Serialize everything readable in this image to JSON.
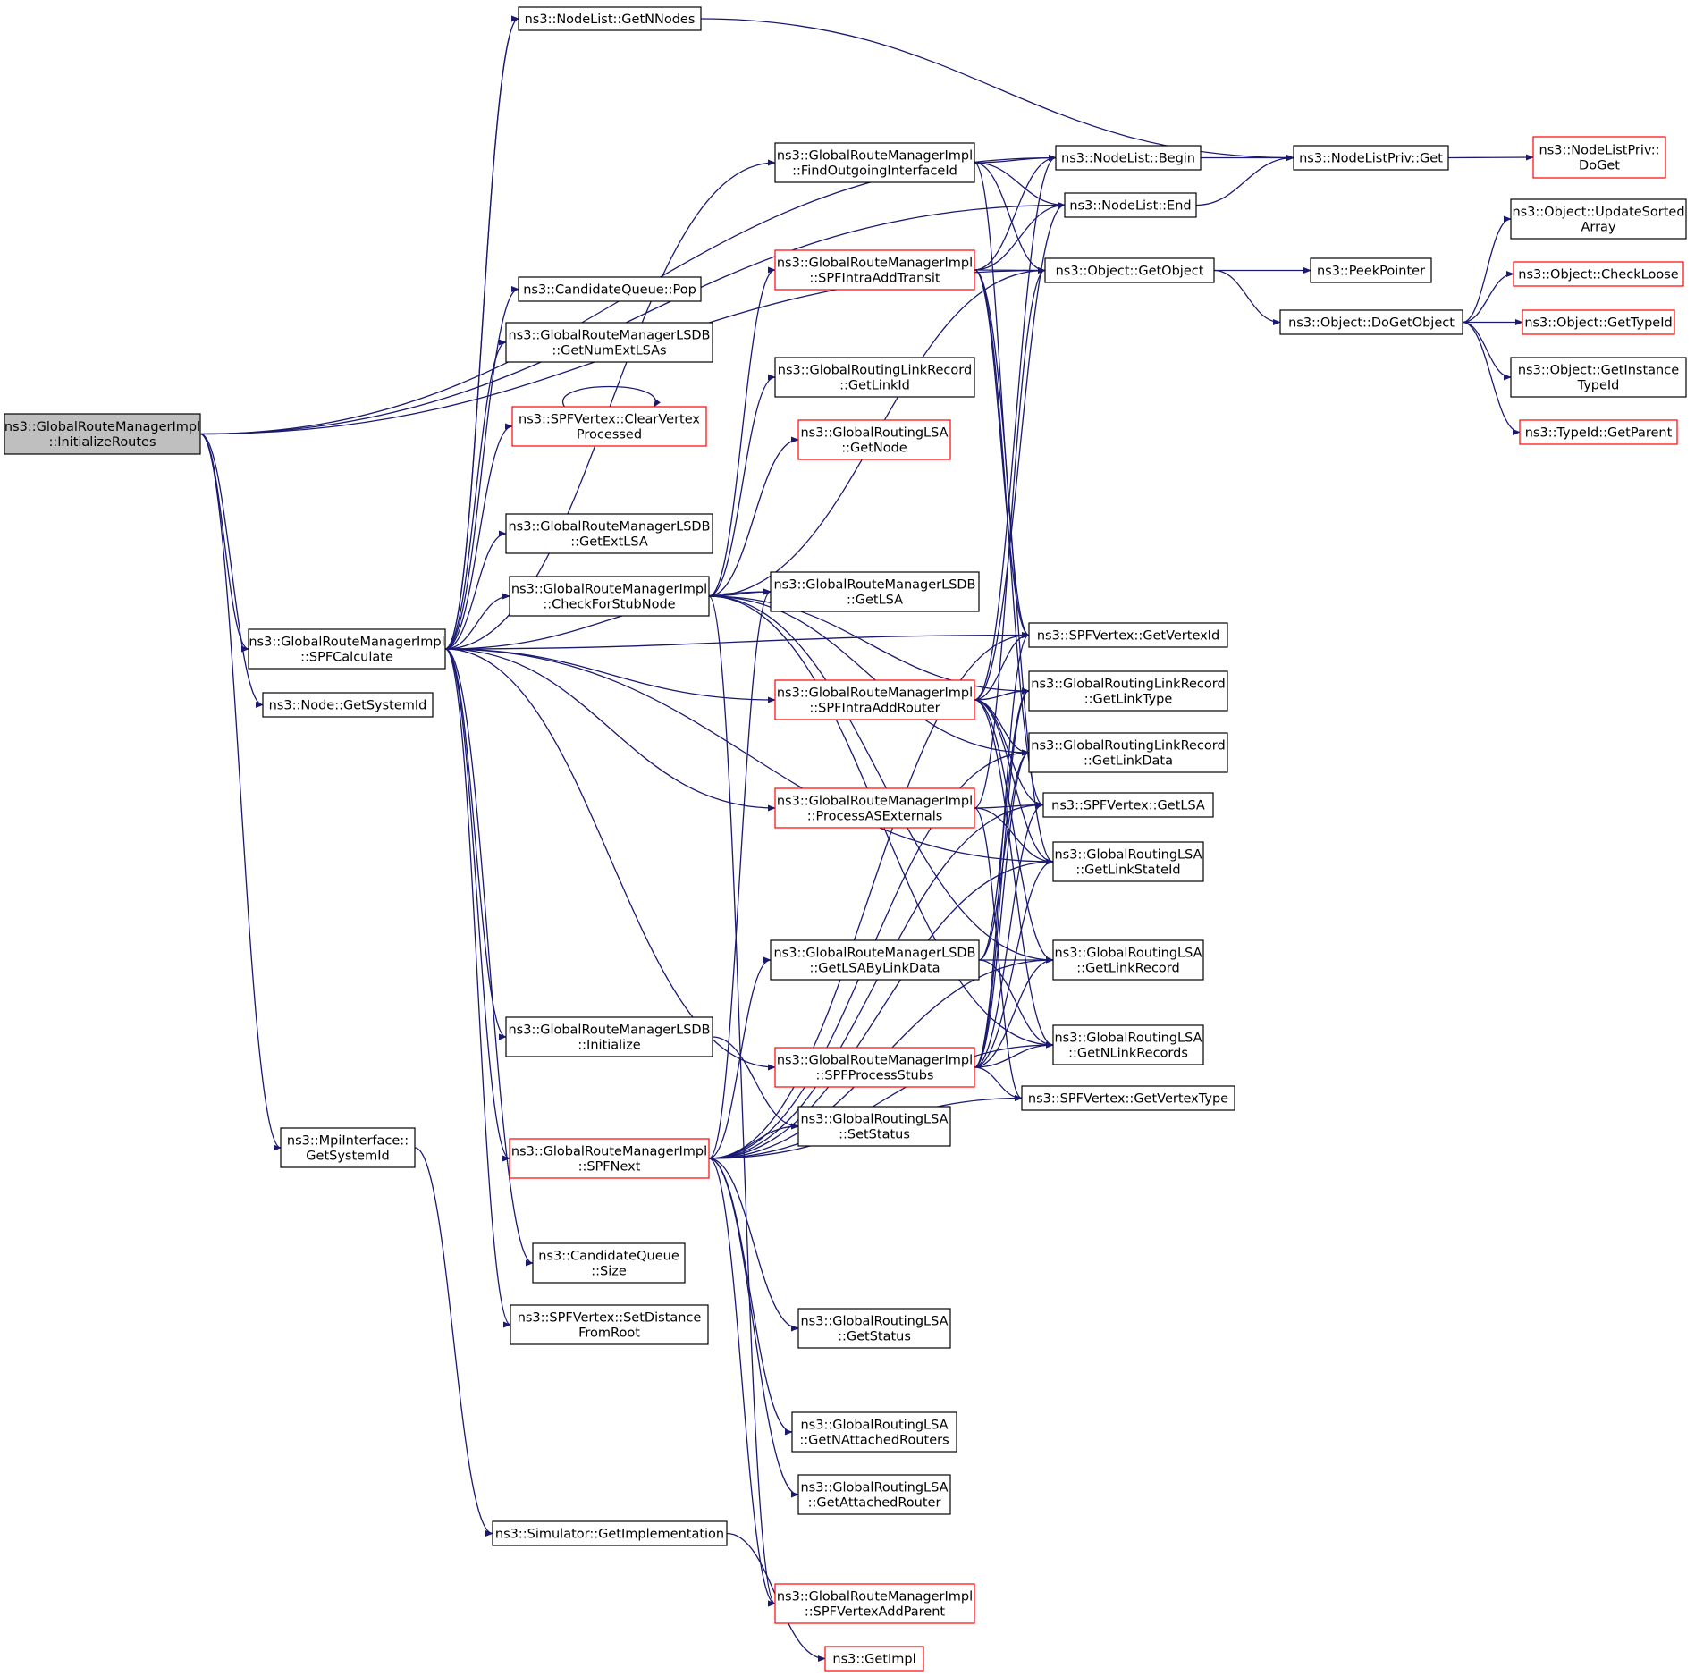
{
  "diagram": {
    "type": "call-graph",
    "root": "InitializeRoutes",
    "nodes": [
      {
        "id": "InitializeRoutes",
        "lines": [
          "ns3::GlobalRouteManagerImpl",
          "::InitializeRoutes"
        ],
        "style": "root"
      },
      {
        "id": "GetNNodes",
        "lines": [
          "ns3::NodeList::GetNNodes"
        ],
        "style": "black"
      },
      {
        "id": "CandPop",
        "lines": [
          "ns3::CandidateQueue::Pop"
        ],
        "style": "black"
      },
      {
        "id": "GetNumExtLSAs",
        "lines": [
          "ns3::GlobalRouteManagerLSDB",
          "::GetNumExtLSAs"
        ],
        "style": "black"
      },
      {
        "id": "ClearVertex",
        "lines": [
          "ns3::SPFVertex::ClearVertex",
          "Processed"
        ],
        "style": "red"
      },
      {
        "id": "GetExtLSA",
        "lines": [
          "ns3::GlobalRouteManagerLSDB",
          "::GetExtLSA"
        ],
        "style": "black"
      },
      {
        "id": "SPFCalculate",
        "lines": [
          "ns3::GlobalRouteManagerImpl",
          "::SPFCalculate"
        ],
        "style": "black"
      },
      {
        "id": "GetSystemIdNode",
        "lines": [
          "ns3::Node::GetSystemId"
        ],
        "style": "black"
      },
      {
        "id": "CheckForStubNode",
        "lines": [
          "ns3::GlobalRouteManagerImpl",
          "::CheckForStubNode"
        ],
        "style": "black"
      },
      {
        "id": "LSDBInitialize",
        "lines": [
          "ns3::GlobalRouteManagerLSDB",
          "::Initialize"
        ],
        "style": "black"
      },
      {
        "id": "MpiGetSystemId",
        "lines": [
          "ns3::MpiInterface::",
          "GetSystemId"
        ],
        "style": "black"
      },
      {
        "id": "SPFNext",
        "lines": [
          "ns3::GlobalRouteManagerImpl",
          "::SPFNext"
        ],
        "style": "red"
      },
      {
        "id": "CandSize",
        "lines": [
          "ns3::CandidateQueue",
          "::Size"
        ],
        "style": "black"
      },
      {
        "id": "SetDistance",
        "lines": [
          "ns3::SPFVertex::SetDistance",
          "FromRoot"
        ],
        "style": "black"
      },
      {
        "id": "SimGetImpl",
        "lines": [
          "ns3::Simulator::GetImplementation"
        ],
        "style": "black"
      },
      {
        "id": "FindOutgoing",
        "lines": [
          "ns3::GlobalRouteManagerImpl",
          "::FindOutgoingInterfaceId"
        ],
        "style": "black"
      },
      {
        "id": "SPFIntraAddTransit",
        "lines": [
          "ns3::GlobalRouteManagerImpl",
          "::SPFIntraAddTransit"
        ],
        "style": "red"
      },
      {
        "id": "LinkRecGetLinkId",
        "lines": [
          "ns3::GlobalRoutingLinkRecord",
          "::GetLinkId"
        ],
        "style": "black"
      },
      {
        "id": "LSAGetNode",
        "lines": [
          "ns3::GlobalRoutingLSA",
          "::GetNode"
        ],
        "style": "red"
      },
      {
        "id": "LSDBGetLSA",
        "lines": [
          "ns3::GlobalRouteManagerLSDB",
          "::GetLSA"
        ],
        "style": "black"
      },
      {
        "id": "SPFIntraAddRouter",
        "lines": [
          "ns3::GlobalRouteManagerImpl",
          "::SPFIntraAddRouter"
        ],
        "style": "red"
      },
      {
        "id": "ProcessASExternals",
        "lines": [
          "ns3::GlobalRouteManagerImpl",
          "::ProcessASExternals"
        ],
        "style": "red"
      },
      {
        "id": "GetLSAByLinkData",
        "lines": [
          "ns3::GlobalRouteManagerLSDB",
          "::GetLSAByLinkData"
        ],
        "style": "black"
      },
      {
        "id": "SPFProcessStubs",
        "lines": [
          "ns3::GlobalRouteManagerImpl",
          "::SPFProcessStubs"
        ],
        "style": "red"
      },
      {
        "id": "LSASetStatus",
        "lines": [
          "ns3::GlobalRoutingLSA",
          "::SetStatus"
        ],
        "style": "black"
      },
      {
        "id": "LSAGetStatus",
        "lines": [
          "ns3::GlobalRoutingLSA",
          "::GetStatus"
        ],
        "style": "black"
      },
      {
        "id": "GetNAttached",
        "lines": [
          "ns3::GlobalRoutingLSA",
          "::GetNAttachedRouters"
        ],
        "style": "black"
      },
      {
        "id": "GetAttached",
        "lines": [
          "ns3::GlobalRoutingLSA",
          "::GetAttachedRouter"
        ],
        "style": "black"
      },
      {
        "id": "SPFVertexAddParent",
        "lines": [
          "ns3::GlobalRouteManagerImpl",
          "::SPFVertexAddParent"
        ],
        "style": "red"
      },
      {
        "id": "GetImpl",
        "lines": [
          "ns3::GetImpl"
        ],
        "style": "red"
      },
      {
        "id": "NodeListBegin",
        "lines": [
          "ns3::NodeList::Begin"
        ],
        "style": "black"
      },
      {
        "id": "NodeListEnd",
        "lines": [
          "ns3::NodeList::End"
        ],
        "style": "black"
      },
      {
        "id": "GetObject",
        "lines": [
          "ns3::Object::GetObject"
        ],
        "style": "black"
      },
      {
        "id": "GetVertexId",
        "lines": [
          "ns3::SPFVertex::GetVertexId"
        ],
        "style": "black"
      },
      {
        "id": "LinkRecGetLinkType",
        "lines": [
          "ns3::GlobalRoutingLinkRecord",
          "::GetLinkType"
        ],
        "style": "black"
      },
      {
        "id": "LinkRecGetLinkData",
        "lines": [
          "ns3::GlobalRoutingLinkRecord",
          "::GetLinkData"
        ],
        "style": "black"
      },
      {
        "id": "VertexGetLSA",
        "lines": [
          "ns3::SPFVertex::GetLSA"
        ],
        "style": "black"
      },
      {
        "id": "GetLinkStateId",
        "lines": [
          "ns3::GlobalRoutingLSA",
          "::GetLinkStateId"
        ],
        "style": "black"
      },
      {
        "id": "GetLinkRecord",
        "lines": [
          "ns3::GlobalRoutingLSA",
          "::GetLinkRecord"
        ],
        "style": "black"
      },
      {
        "id": "GetNLinkRecords",
        "lines": [
          "ns3::GlobalRoutingLSA",
          "::GetNLinkRecords"
        ],
        "style": "black"
      },
      {
        "id": "GetVertexType",
        "lines": [
          "ns3::SPFVertex::GetVertexType"
        ],
        "style": "black"
      },
      {
        "id": "NodeListPrivGet",
        "lines": [
          "ns3::NodeListPriv::Get"
        ],
        "style": "black"
      },
      {
        "id": "PeekPointer",
        "lines": [
          "ns3::PeekPointer"
        ],
        "style": "black"
      },
      {
        "id": "DoGetObject",
        "lines": [
          "ns3::Object::DoGetObject"
        ],
        "style": "black"
      },
      {
        "id": "NodeListPrivDoGet",
        "lines": [
          "ns3::NodeListPriv::",
          "DoGet"
        ],
        "style": "red"
      },
      {
        "id": "UpdateSorted",
        "lines": [
          "ns3::Object::UpdateSorted",
          "Array"
        ],
        "style": "black"
      },
      {
        "id": "CheckLoose",
        "lines": [
          "ns3::Object::CheckLoose"
        ],
        "style": "red"
      },
      {
        "id": "GetTypeId",
        "lines": [
          "ns3::Object::GetTypeId"
        ],
        "style": "red"
      },
      {
        "id": "GetInstanceTypeId",
        "lines": [
          "ns3::Object::GetInstance",
          "TypeId"
        ],
        "style": "black"
      },
      {
        "id": "TypeIdGetParent",
        "lines": [
          "ns3::TypeId::GetParent"
        ],
        "style": "red"
      }
    ],
    "edges": [
      [
        "InitializeRoutes",
        "NodeListBegin"
      ],
      [
        "InitializeRoutes",
        "NodeListEnd"
      ],
      [
        "InitializeRoutes",
        "GetObject"
      ],
      [
        "InitializeRoutes",
        "SPFCalculate"
      ],
      [
        "InitializeRoutes",
        "GetSystemIdNode"
      ],
      [
        "InitializeRoutes",
        "MpiGetSystemId"
      ],
      [
        "SPFCalculate",
        "GetNNodes"
      ],
      [
        "SPFCalculate",
        "CandPop"
      ],
      [
        "SPFCalculate",
        "GetNumExtLSAs"
      ],
      [
        "SPFCalculate",
        "ClearVertex"
      ],
      [
        "SPFCalculate",
        "GetExtLSA"
      ],
      [
        "SPFCalculate",
        "CheckForStubNode"
      ],
      [
        "SPFCalculate",
        "LSDBGetLSA"
      ],
      [
        "SPFCalculate",
        "SPFIntraAddRouter"
      ],
      [
        "SPFCalculate",
        "ProcessASExternals"
      ],
      [
        "SPFCalculate",
        "GetLinkStateId"
      ],
      [
        "SPFCalculate",
        "SPFProcessStubs"
      ],
      [
        "SPFCalculate",
        "LSDBInitialize"
      ],
      [
        "SPFCalculate",
        "SPFNext"
      ],
      [
        "SPFCalculate",
        "CandSize"
      ],
      [
        "SPFCalculate",
        "SetDistance"
      ],
      [
        "SPFCalculate",
        "FindOutgoing"
      ],
      [
        "SPFCalculate",
        "GetVertexId"
      ],
      [
        "SPFCalculate",
        "GetNNodes"
      ],
      [
        "ClearVertex",
        "ClearVertex"
      ],
      [
        "CheckForStubNode",
        "LSDBGetLSA"
      ],
      [
        "CheckForStubNode",
        "LinkRecGetLinkId"
      ],
      [
        "CheckForStubNode",
        "LSAGetNode"
      ],
      [
        "CheckForStubNode",
        "SPFIntraAddTransit"
      ],
      [
        "CheckForStubNode",
        "GetObject"
      ],
      [
        "CheckForStubNode",
        "LinkRecGetLinkType"
      ],
      [
        "CheckForStubNode",
        "GetLinkRecord"
      ],
      [
        "CheckForStubNode",
        "GetNLinkRecords"
      ],
      [
        "CheckForStubNode",
        "SPFVertexAddParent"
      ],
      [
        "CheckForStubNode",
        "LinkRecGetLinkData"
      ],
      [
        "MpiGetSystemId",
        "SimGetImpl"
      ],
      [
        "SimGetImpl",
        "GetImpl"
      ],
      [
        "LSDBInitialize",
        "LSASetStatus"
      ],
      [
        "SPFNext",
        "LSASetStatus"
      ],
      [
        "SPFNext",
        "LSAGetStatus"
      ],
      [
        "SPFNext",
        "GetNAttached"
      ],
      [
        "SPFNext",
        "GetAttached"
      ],
      [
        "SPFNext",
        "SPFVertexAddParent"
      ],
      [
        "SPFNext",
        "GetLSAByLinkData"
      ],
      [
        "SPFNext",
        "LSDBGetLSA"
      ],
      [
        "SPFNext",
        "GetVertexId"
      ],
      [
        "SPFNext",
        "GetLinkStateId"
      ],
      [
        "SPFNext",
        "GetLinkRecord"
      ],
      [
        "SPFNext",
        "GetNLinkRecords"
      ],
      [
        "SPFNext",
        "GetVertexType"
      ],
      [
        "SPFNext",
        "LinkRecGetLinkData"
      ],
      [
        "SPFNext",
        "VertexGetLSA"
      ],
      [
        "FindOutgoing",
        "NodeListBegin"
      ],
      [
        "FindOutgoing",
        "NodeListEnd"
      ],
      [
        "FindOutgoing",
        "GetObject"
      ],
      [
        "FindOutgoing",
        "GetVertexId"
      ],
      [
        "SPFIntraAddTransit",
        "NodeListBegin"
      ],
      [
        "SPFIntraAddTransit",
        "NodeListEnd"
      ],
      [
        "SPFIntraAddTransit",
        "GetObject"
      ],
      [
        "SPFIntraAddTransit",
        "GetVertexId"
      ],
      [
        "SPFIntraAddTransit",
        "VertexGetLSA"
      ],
      [
        "SPFIntraAddTransit",
        "GetLinkStateId"
      ],
      [
        "SPFIntraAddRouter",
        "NodeListBegin"
      ],
      [
        "SPFIntraAddRouter",
        "NodeListEnd"
      ],
      [
        "SPFIntraAddRouter",
        "GetVertexId"
      ],
      [
        "SPFIntraAddRouter",
        "LinkRecGetLinkType"
      ],
      [
        "SPFIntraAddRouter",
        "LinkRecGetLinkData"
      ],
      [
        "SPFIntraAddRouter",
        "VertexGetLSA"
      ],
      [
        "SPFIntraAddRouter",
        "GetLinkStateId"
      ],
      [
        "SPFIntraAddRouter",
        "GetLinkRecord"
      ],
      [
        "SPFIntraAddRouter",
        "GetNLinkRecords"
      ],
      [
        "ProcessASExternals",
        "GetObject"
      ],
      [
        "ProcessASExternals",
        "VertexGetLSA"
      ],
      [
        "ProcessASExternals",
        "GetLinkStateId"
      ],
      [
        "ProcessASExternals",
        "GetVertexType"
      ],
      [
        "GetLSAByLinkData",
        "LinkRecGetLinkType"
      ],
      [
        "GetLSAByLinkData",
        "LinkRecGetLinkData"
      ],
      [
        "GetLSAByLinkData",
        "GetLinkRecord"
      ],
      [
        "GetLSAByLinkData",
        "GetNLinkRecords"
      ],
      [
        "SPFProcessStubs",
        "GetVertexId"
      ],
      [
        "SPFProcessStubs",
        "LinkRecGetLinkType"
      ],
      [
        "SPFProcessStubs",
        "LinkRecGetLinkData"
      ],
      [
        "SPFProcessStubs",
        "VertexGetLSA"
      ],
      [
        "SPFProcessStubs",
        "GetLinkStateId"
      ],
      [
        "SPFProcessStubs",
        "GetLinkRecord"
      ],
      [
        "SPFProcessStubs",
        "GetNLinkRecords"
      ],
      [
        "SPFProcessStubs",
        "GetVertexType"
      ],
      [
        "GetNNodes",
        "NodeListPrivGet"
      ],
      [
        "NodeListBegin",
        "NodeListPrivGet"
      ],
      [
        "NodeListEnd",
        "NodeListPrivGet"
      ],
      [
        "NodeListPrivGet",
        "NodeListPrivDoGet"
      ],
      [
        "GetObject",
        "PeekPointer"
      ],
      [
        "GetObject",
        "DoGetObject"
      ],
      [
        "DoGetObject",
        "UpdateSorted"
      ],
      [
        "DoGetObject",
        "CheckLoose"
      ],
      [
        "DoGetObject",
        "GetTypeId"
      ],
      [
        "DoGetObject",
        "GetInstanceTypeId"
      ],
      [
        "DoGetObject",
        "TypeIdGetParent"
      ]
    ]
  }
}
